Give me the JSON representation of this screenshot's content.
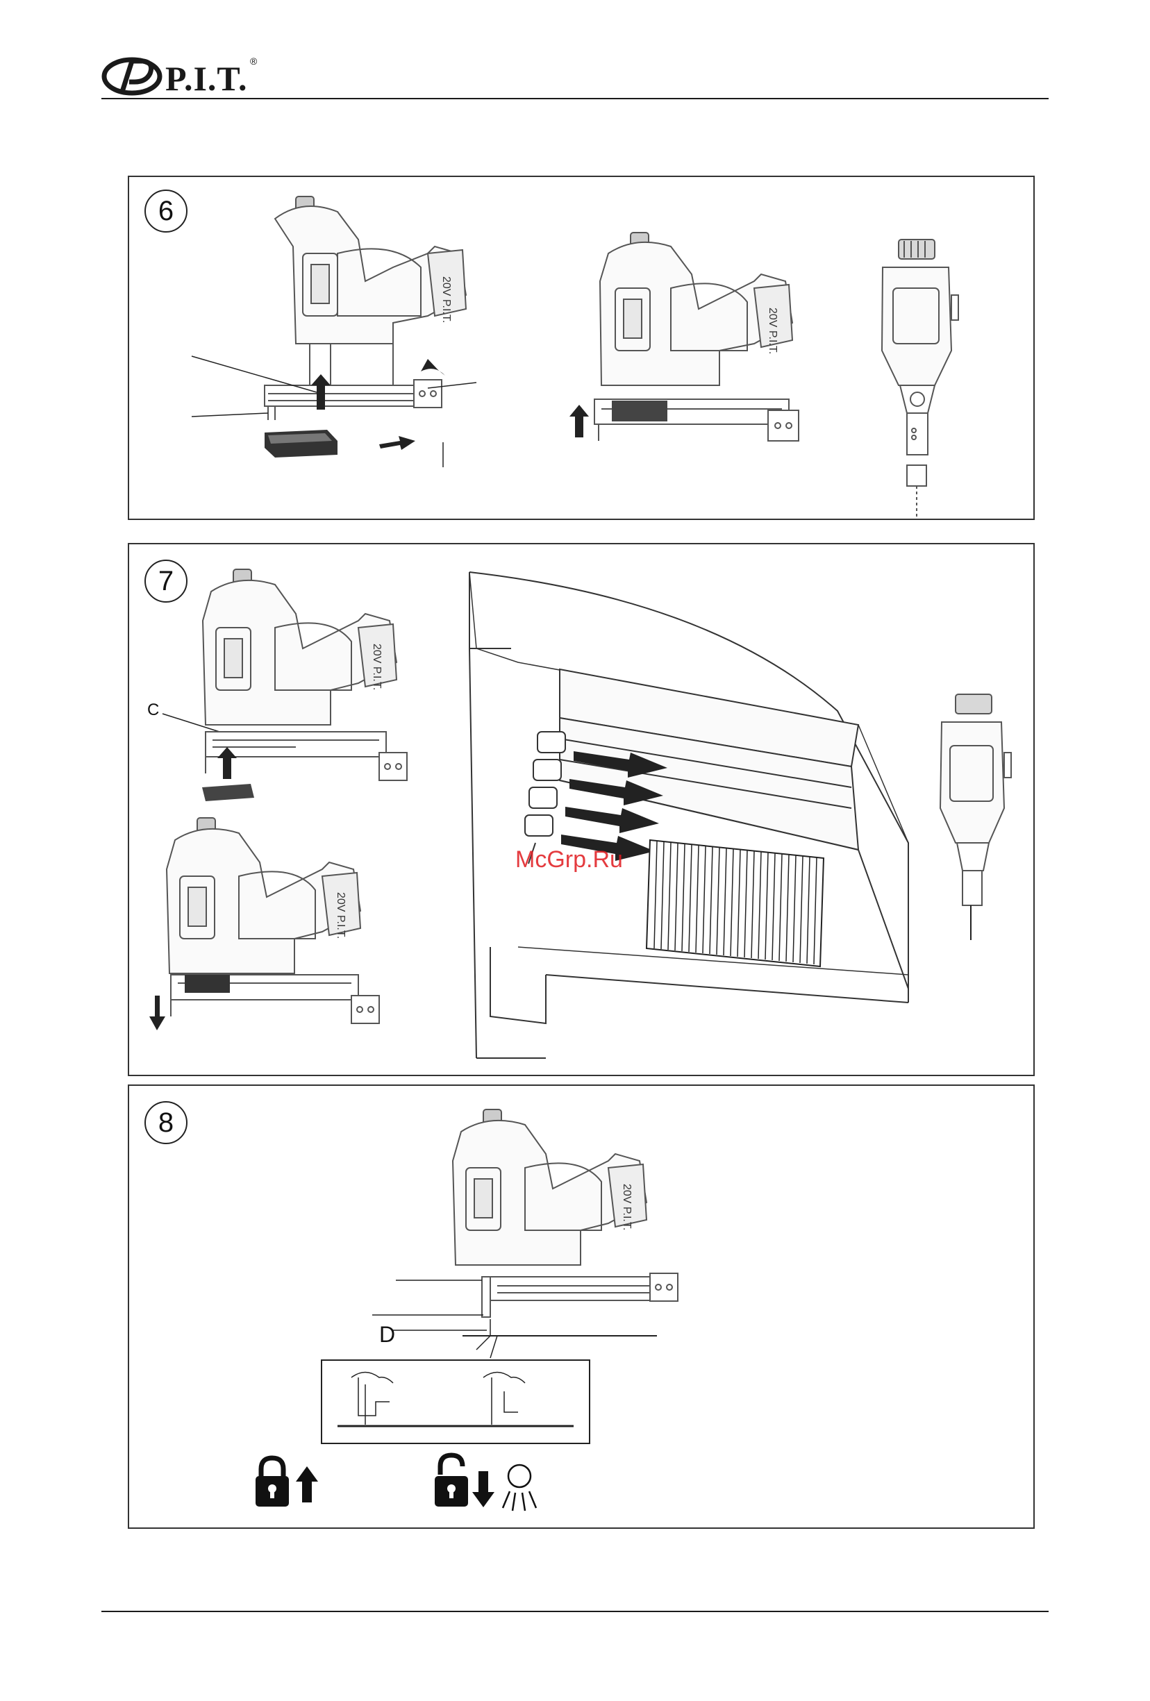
{
  "header": {
    "brand": "P.I.T.",
    "registered_mark": "®"
  },
  "panels": [
    {
      "number": "6"
    },
    {
      "number": "7",
      "label_c": "C",
      "watermark": "McGrp.Ru"
    },
    {
      "number": "8",
      "label_d": "D"
    }
  ],
  "icons": {
    "lock_closed": "padlock-closed-icon",
    "lock_open": "padlock-open-icon",
    "arrow_up": "arrow-up-icon",
    "arrow_down": "arrow-down-icon",
    "light": "work-light-icon"
  }
}
